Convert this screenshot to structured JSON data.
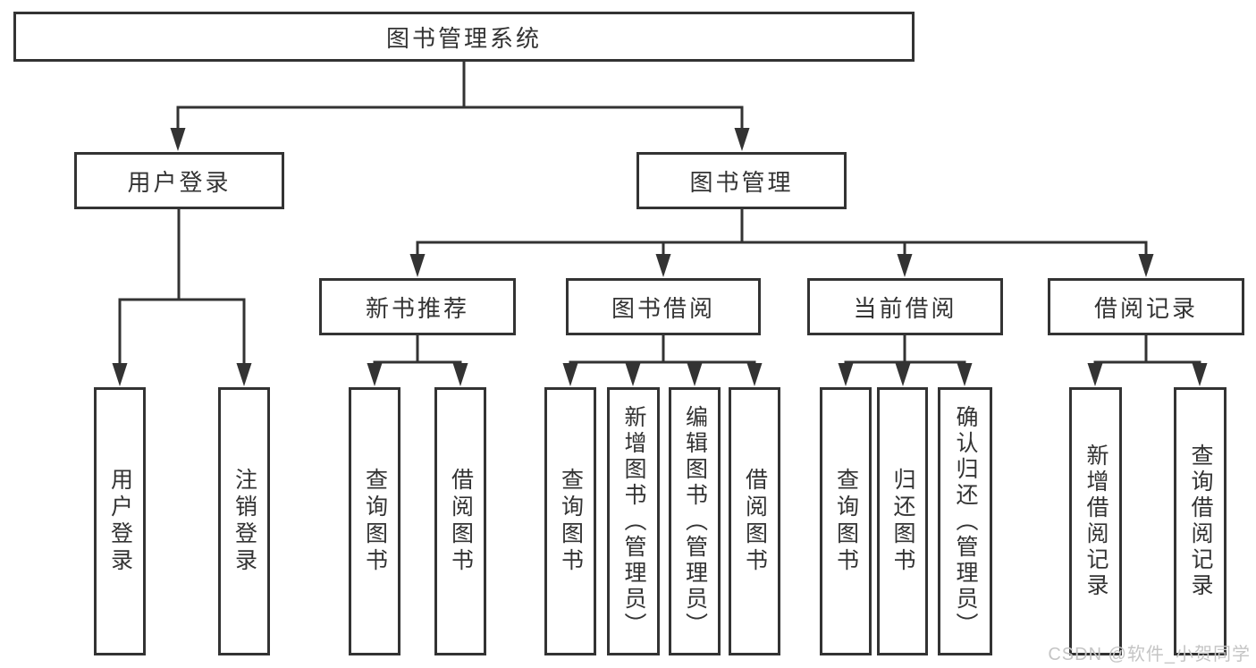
{
  "diagram": {
    "root": {
      "label": "图书管理系统"
    },
    "level2": [
      {
        "label": "用户登录"
      },
      {
        "label": "图书管理"
      }
    ],
    "level3": [
      {
        "label": "新书推荐"
      },
      {
        "label": "图书借阅"
      },
      {
        "label": "当前借阅"
      },
      {
        "label": "借阅记录"
      }
    ],
    "leaves": {
      "user_login": [
        "用户登录",
        "注销登录"
      ],
      "new_book_recommend": [
        "查询图书",
        "借阅图书"
      ],
      "book_borrow": [
        "查询图书",
        "新增图书（管理员）",
        "编辑图书（管理员）",
        "借阅图书"
      ],
      "current_borrow": [
        "查询图书",
        "归还图书",
        "确认归还（管理员）"
      ],
      "borrow_record": [
        "新增借阅记录",
        "查询借阅记录"
      ]
    }
  },
  "watermark": {
    "text": "CSDN @软件_小贺同学"
  },
  "colors": {
    "line": "#333333",
    "border": "#333333",
    "text": "#333333",
    "background": "#ffffff",
    "watermark": "#c5c5c5"
  }
}
